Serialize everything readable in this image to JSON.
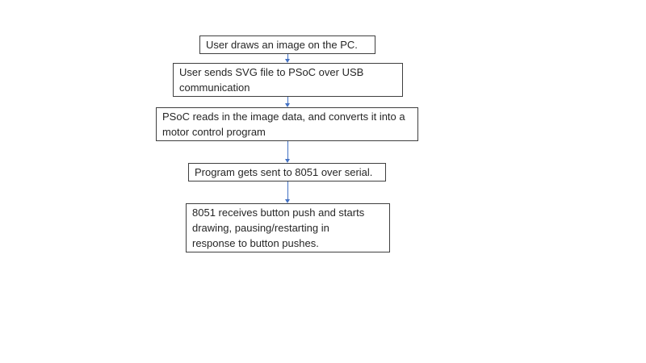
{
  "flowchart": {
    "boxes": [
      {
        "id": "step-1",
        "label": "User draws an image on the PC."
      },
      {
        "id": "step-2",
        "label": "User sends SVG file to PSoC over USB\ncommunication"
      },
      {
        "id": "step-3",
        "label": "PSoC reads in the image data, and converts it into a\nmotor control program"
      },
      {
        "id": "step-4",
        "label": "Program gets sent to 8051 over serial."
      },
      {
        "id": "step-5",
        "label": "8051 receives button push and starts\ndrawing, pausing/restarting in\nresponse to button pushes."
      }
    ],
    "connections": [
      {
        "from": "step-1",
        "to": "step-2"
      },
      {
        "from": "step-2",
        "to": "step-3"
      },
      {
        "from": "step-3",
        "to": "step-4"
      },
      {
        "from": "step-4",
        "to": "step-5"
      }
    ],
    "colors": {
      "box_border": "#3f3f3f",
      "text": "#262626",
      "arrow": "#4472c4",
      "background": "#ffffff"
    }
  }
}
